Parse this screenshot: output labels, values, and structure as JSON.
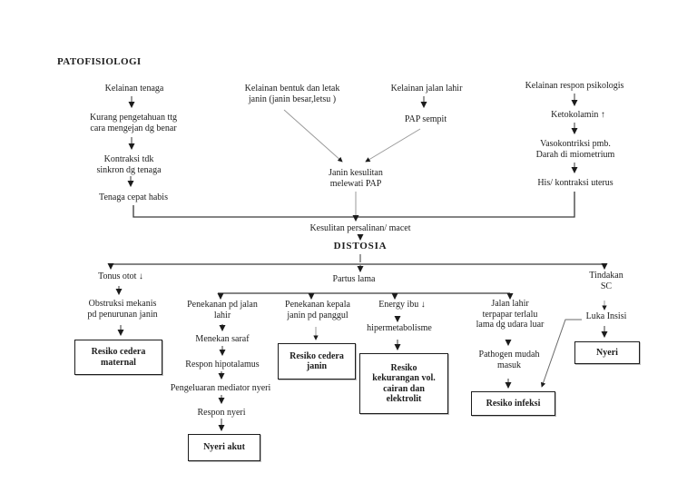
{
  "title": "PATOFISIOLOGI",
  "colors": {
    "background": "#ffffff",
    "ink": "#1c1c1c",
    "line": "#3a3a3a",
    "diagonal_line": "#9a9a9a"
  },
  "nodes": {
    "kelainan_tenaga": "Kelainan tenaga",
    "kurang_pengetahuan": "Kurang pengetahuan ttg\ncara mengejan dg benar",
    "kontraksi_tidak_sinkron": "Kontraksi  tdk\nsinkron dg  tenaga",
    "tenaga_cepat_habis": "Tenaga cepat habis",
    "kelainan_bentuk_letak": "Kelainan bentuk dan letak\njanin (janin besar,letsu )",
    "kelainan_jalan_lahir": "Kelainan jalan lahir",
    "pap_sempit": "PAP sempit",
    "kelainan_respon_psikologis": "Kelainan respon psikologis",
    "ketokolamin": "Ketokolamin ↑",
    "vasokontriksi": "Vasokontriksi  pmb.\nDarah di miometrium",
    "his_kontraksi_uterus": "His/ kontraksi uterus",
    "janin_kesulitan_pap": "Janin kesulitan\nmelewati PAP",
    "kesulitan_persalinan": "Kesulitan persalinan/ macet",
    "distosia": "DISTOSIA",
    "tonus_otot": "Tonus otot ↓",
    "obstruksi_mekanis": "Obstruksi mekanis\npd penurunan janin",
    "partus_lama": "Partus lama",
    "penekanan_jalan_lahir": "Penekanan pd jalan\nlahir",
    "menekan_saraf": "Menekan saraf",
    "respon_hipotalamus": "Respon hipotalamus",
    "pengeluaran_mediator_nyeri": "Pengeluaran mediator nyeri",
    "respon_nyeri": "Respon nyeri",
    "penekanan_kepala": "Penekanan kepala\njanin pd panggul",
    "energy_ibu": "Energy ibu ↓",
    "hipermetabolisme": "hipermetabolisme",
    "jalan_lahir_terpapar": "Jalan lahir\nterpapar terlalu\nlama dg udara luar",
    "pathogen_mudah_masuk": "Pathogen mudah\nmasuk",
    "tindakan_sc": "Tindakan\nSC",
    "luka_insisi": "Luka Insisi"
  },
  "boxes": {
    "resiko_cedera_maternal": "Resiko cedera\nmaternal",
    "nyeri_akut": "Nyeri akut",
    "resiko_cedera_janin": "Resiko cedera\njanin",
    "resiko_kekurangan_cairan": "Resiko\nkekurangan vol.\ncairan dan\nelektrolit",
    "resiko_infeksi": "Resiko infeksi",
    "nyeri": "Nyeri"
  }
}
